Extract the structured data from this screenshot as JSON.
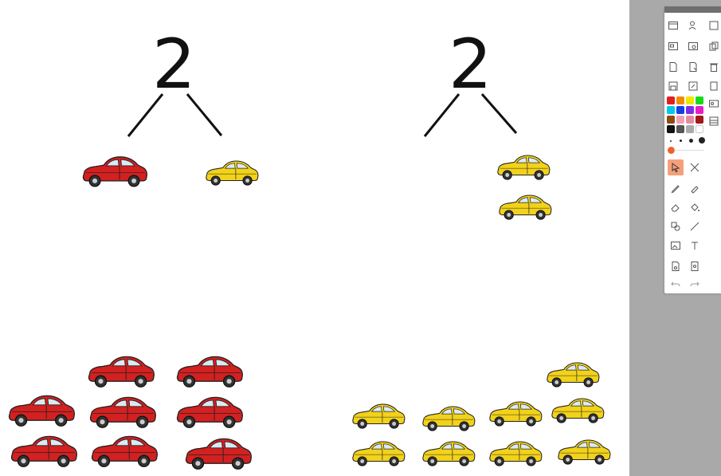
{
  "left_group": {
    "whole": "2",
    "part_a": "red-car",
    "part_b": "yellow-car"
  },
  "right_group": {
    "whole": "2",
    "parts": [
      "yellow-car",
      "yellow-car"
    ]
  },
  "toolbar": {
    "icons": [
      "window-icon",
      "user-switch-icon",
      "screen-icon",
      "board-icon",
      "search-screen-icon",
      "copy-icon",
      "page-prev-icon",
      "page-next-icon",
      "trash-icon",
      "save-icon",
      "export-icon",
      "duplicate-icon",
      "gallery-icon",
      "layout-icon",
      "select-icon",
      "tools-icon",
      "pen-icon",
      "marker-icon",
      "eraser-icon",
      "fill-icon",
      "shapes-icon",
      "line-icon",
      "image-icon",
      "text-icon",
      "add-page-icon",
      "new-doc-icon",
      "undo-icon",
      "redo-icon"
    ],
    "colors": [
      "#e02020",
      "#f08c00",
      "#f2e600",
      "#18d918",
      "#00c8e6",
      "#1240e8",
      "#7a2ee6",
      "#e61ec8",
      "#8b4a14",
      "#f0a0b4",
      "#e68ca0",
      "#a01818",
      "#111111",
      "#555555",
      "#aaaaaa",
      "#ffffff"
    ],
    "active_color": "#f0622a",
    "active_tool": "select-icon"
  }
}
